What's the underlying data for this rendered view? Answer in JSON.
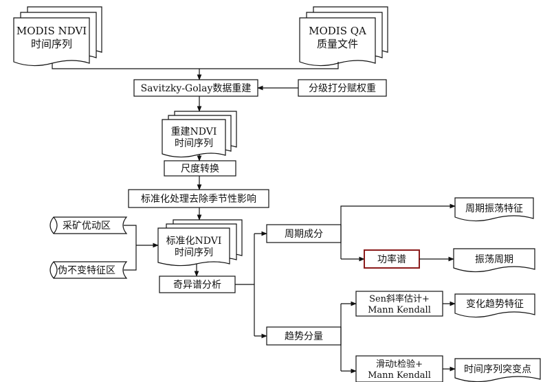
{
  "nodes": {
    "modis_ndvi": {
      "line1": "MODIS NDVI",
      "line2": "时间序列"
    },
    "modis_qa": {
      "line1": "MODIS QA",
      "line2": "质量文件"
    },
    "sg_rebuild": "Savitzky-Golay数据重建",
    "grade_weight": "分级打分赋权重",
    "rebuilt_ndvi": {
      "line1": "重建NDVI",
      "line2": "时间序列"
    },
    "scale_convert": "尺度转换",
    "standardize": "标准化处理去除季节性影响",
    "mining_area": "采矿优动区",
    "invariant_area": "伪不变特征区",
    "std_ndvi": {
      "line1": "标准化NDVI",
      "line2": "时间序列"
    },
    "ssa": "奇异谱分析",
    "period_component": "周期成分",
    "trend_component": "趋势分量",
    "period_osc_feature": "周期振荡特征",
    "power_spectrum": "功率谱",
    "osc_period": "振荡周期",
    "sen_mk": {
      "line1": "Sen斜率估计+",
      "line2": "Mann Kendall"
    },
    "change_trend_feature": "变化趋势特征",
    "sliding_t_mk": {
      "line1": "滑动t检验+",
      "line2": "Mann Kendall"
    },
    "breakpoint": "时间序列突变点"
  },
  "colors": {
    "line": "#111111",
    "highlight_border": "#8b1a1a"
  }
}
